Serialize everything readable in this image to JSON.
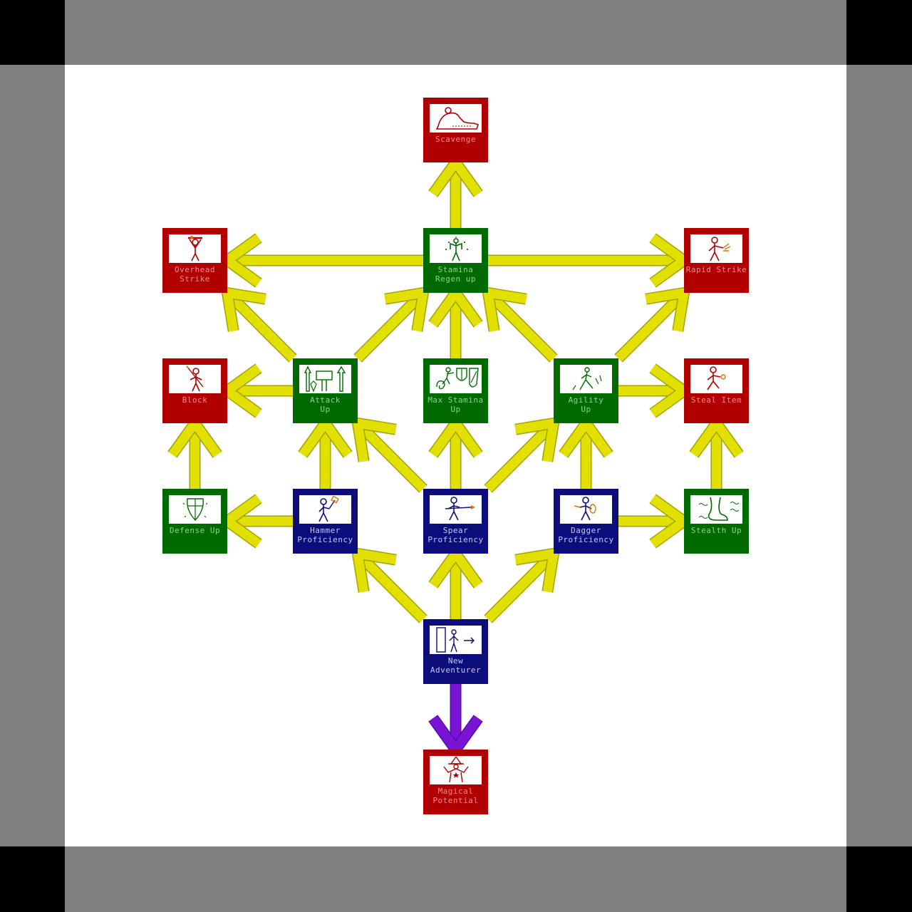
{
  "colors": {
    "outer_frame": "#000000",
    "gray_band": "#808080",
    "board": "#ffffff",
    "arrow": "#e2e000",
    "arrow_outline": "#a4a200",
    "magic_arrow": "#7a14d4",
    "magic_arrow_outline": "#5a0aa8",
    "node_red": "#b00000",
    "node_green": "#006a00",
    "node_blue": "#0c0c7a",
    "label_red": "#ff8a8a",
    "label_green": "#88d888",
    "label_blue": "#c8c8ff"
  },
  "nodes": [
    {
      "id": "scavenge",
      "label": "Scavenge",
      "tier": "red",
      "icon": "scavenge-icon"
    },
    {
      "id": "overhead_strike",
      "label": "Overhead\nStrike",
      "tier": "red",
      "icon": "overhead-strike-icon"
    },
    {
      "id": "stamina_regen_up",
      "label": "Stamina\nRegen up",
      "tier": "green",
      "icon": "stamina-regen-icon"
    },
    {
      "id": "rapid_strike",
      "label": "Rapid Strike",
      "tier": "red",
      "icon": "rapid-strike-icon"
    },
    {
      "id": "block",
      "label": "Block",
      "tier": "red",
      "icon": "block-icon"
    },
    {
      "id": "attack_up",
      "label": "Attack\nUp",
      "tier": "green",
      "icon": "attack-up-icon"
    },
    {
      "id": "max_stamina_up",
      "label": "Max Stamina\nUp",
      "tier": "green",
      "icon": "max-stamina-icon"
    },
    {
      "id": "agility_up",
      "label": "Agility\nUp",
      "tier": "green",
      "icon": "agility-up-icon"
    },
    {
      "id": "steal_item",
      "label": "Steal Item",
      "tier": "red",
      "icon": "steal-item-icon"
    },
    {
      "id": "defense_up",
      "label": "Defense Up",
      "tier": "green",
      "icon": "shield-icon"
    },
    {
      "id": "hammer_proficiency",
      "label": "Hammer\nProficiency",
      "tier": "blue",
      "icon": "hammer-icon"
    },
    {
      "id": "spear_proficiency",
      "label": "Spear\nProficiency",
      "tier": "blue",
      "icon": "spear-icon"
    },
    {
      "id": "dagger_proficiency",
      "label": "Dagger\nProficiency",
      "tier": "blue",
      "icon": "dagger-icon"
    },
    {
      "id": "stealth_up",
      "label": "Stealth Up",
      "tier": "green",
      "icon": "stealth-boot-icon"
    },
    {
      "id": "new_adventurer",
      "label": "New\nAdventurer",
      "tier": "blue",
      "icon": "adventurer-door-icon"
    },
    {
      "id": "magical_potential",
      "label": "Magical\nPotential",
      "tier": "red",
      "icon": "wizard-icon"
    }
  ],
  "links": [
    {
      "from": "new_adventurer",
      "to": "hammer_proficiency",
      "kind": "normal"
    },
    {
      "from": "new_adventurer",
      "to": "spear_proficiency",
      "kind": "normal"
    },
    {
      "from": "new_adventurer",
      "to": "dagger_proficiency",
      "kind": "normal"
    },
    {
      "from": "new_adventurer",
      "to": "magical_potential",
      "kind": "magic"
    },
    {
      "from": "hammer_proficiency",
      "to": "defense_up",
      "kind": "normal"
    },
    {
      "from": "hammer_proficiency",
      "to": "attack_up",
      "kind": "normal"
    },
    {
      "from": "spear_proficiency",
      "to": "attack_up",
      "kind": "normal"
    },
    {
      "from": "spear_proficiency",
      "to": "max_stamina_up",
      "kind": "normal"
    },
    {
      "from": "spear_proficiency",
      "to": "agility_up",
      "kind": "normal"
    },
    {
      "from": "dagger_proficiency",
      "to": "agility_up",
      "kind": "normal"
    },
    {
      "from": "dagger_proficiency",
      "to": "stealth_up",
      "kind": "normal"
    },
    {
      "from": "defense_up",
      "to": "block",
      "kind": "normal"
    },
    {
      "from": "stealth_up",
      "to": "steal_item",
      "kind": "normal"
    },
    {
      "from": "attack_up",
      "to": "block",
      "kind": "normal"
    },
    {
      "from": "attack_up",
      "to": "overhead_strike",
      "kind": "normal"
    },
    {
      "from": "attack_up",
      "to": "stamina_regen_up",
      "kind": "normal"
    },
    {
      "from": "max_stamina_up",
      "to": "stamina_regen_up",
      "kind": "normal"
    },
    {
      "from": "agility_up",
      "to": "stamina_regen_up",
      "kind": "normal"
    },
    {
      "from": "agility_up",
      "to": "rapid_strike",
      "kind": "normal"
    },
    {
      "from": "agility_up",
      "to": "steal_item",
      "kind": "normal"
    },
    {
      "from": "stamina_regen_up",
      "to": "overhead_strike",
      "kind": "normal"
    },
    {
      "from": "stamina_regen_up",
      "to": "rapid_strike",
      "kind": "normal"
    },
    {
      "from": "stamina_regen_up",
      "to": "scavenge",
      "kind": "normal"
    }
  ]
}
